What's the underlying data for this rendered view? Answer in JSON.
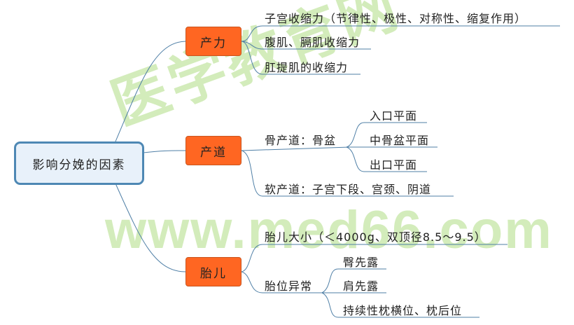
{
  "watermark": {
    "cn": "医学教育网",
    "url": "www.med66.com"
  },
  "root": "影响分娩的因素",
  "branches": [
    {
      "label": "产力",
      "children": [
        "子宫收缩力（节律性、极性、对称性、缩复作用）",
        "腹肌、膈肌收缩力",
        "肛提肌的收缩力"
      ]
    },
    {
      "label": "产道",
      "children": [
        {
          "label": "骨产道：骨盆",
          "children": [
            "入口平面",
            "中骨盆平面",
            "出口平面"
          ]
        },
        {
          "label": "软产道：子宫下段、宫颈、阴道"
        }
      ]
    },
    {
      "label": "胎儿",
      "children": [
        {
          "label": "胎儿大小（＜4000g、双顶径8.5～9.5）"
        },
        {
          "label": "胎位异常",
          "children": [
            "臀先露",
            "肩先露",
            "持续性枕横位、枕后位"
          ]
        }
      ]
    }
  ],
  "colors": {
    "node": "#ff6622",
    "root_border": "#4e88b4",
    "line": "#4f7fa6"
  }
}
